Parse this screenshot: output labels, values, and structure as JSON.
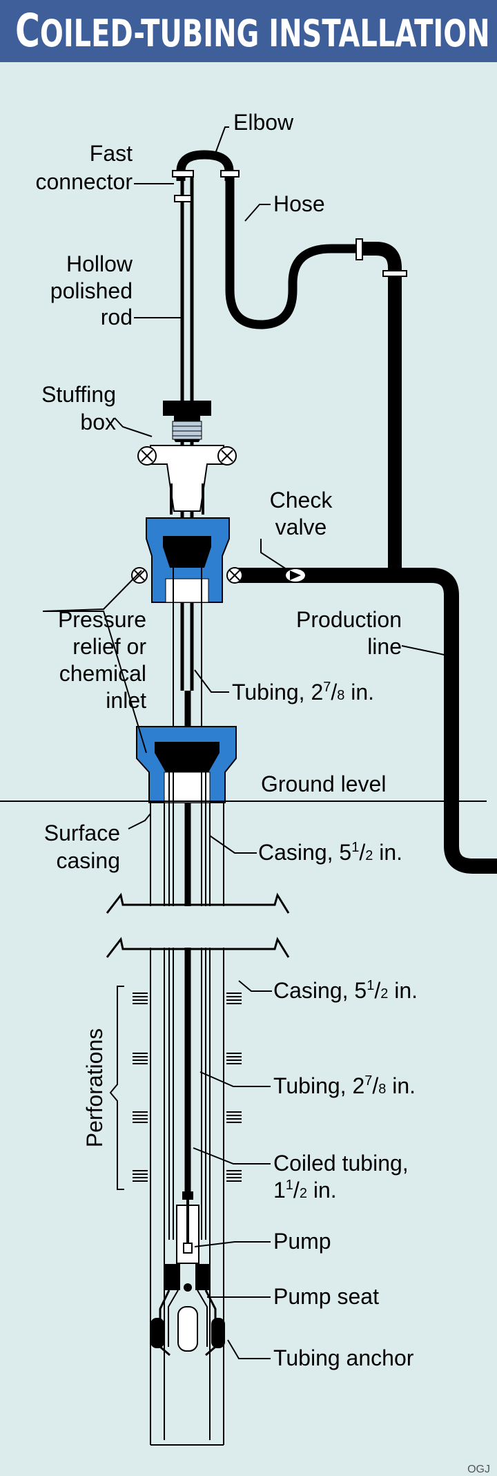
{
  "title": {
    "first_letter": "C",
    "rest": "OILED-TUBING INSTALLATION"
  },
  "labels": {
    "elbow": "Elbow",
    "fast_connector": [
      "Fast",
      "connector"
    ],
    "hose": "Hose",
    "hollow_polished_rod": [
      "Hollow",
      "polished",
      "rod"
    ],
    "stuffing_box": [
      "Stuffing",
      "box"
    ],
    "check_valve": [
      "Check",
      "valve"
    ],
    "production_line": [
      "Production",
      "line"
    ],
    "pressure_relief": [
      "Pressure",
      "relief or",
      "chemical",
      "inlet"
    ],
    "tubing_upper": {
      "text": "Tubing, 2",
      "sup": "7",
      "slash": "/",
      "sub": "8",
      "unit": " in."
    },
    "ground_level": "Ground level",
    "surface_casing": [
      "Surface",
      "casing"
    ],
    "casing_upper": {
      "text": "Casing, 5",
      "sup": "1",
      "slash": "/",
      "sub": "2",
      "unit": " in."
    },
    "casing_lower": {
      "text": "Casing, 5",
      "sup": "1",
      "slash": "/",
      "sub": "2",
      "unit": " in."
    },
    "perforations": "Perforations",
    "tubing_lower": {
      "text": "Tubing, 2",
      "sup": "7",
      "slash": "/",
      "sub": "8",
      "unit": " in."
    },
    "coiled_tubing": {
      "line1": "Coiled tubing,",
      "text": "1",
      "sup": "1",
      "slash": "/",
      "sub": "2",
      "unit": " in."
    },
    "pump": "Pump",
    "pump_seat": "Pump seat",
    "tubing_anchor": "Tubing anchor",
    "credit": "OGJ"
  },
  "colors": {
    "background": "#dcecec",
    "header": "#3e5f9a",
    "wellhead": "#2f7fd0",
    "pipe": "#000000"
  }
}
